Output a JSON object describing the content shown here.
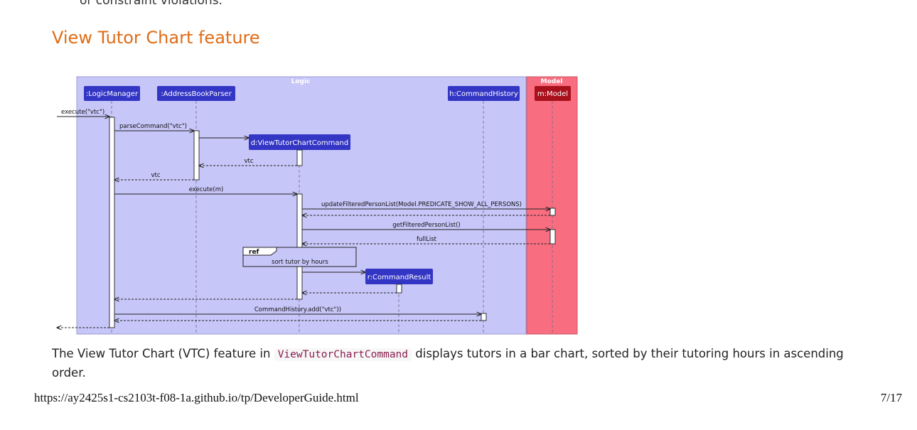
{
  "previous_text": "or constraint violations.",
  "section": {
    "title": "View Tutor Chart feature"
  },
  "diagram": {
    "groups": {
      "logic": "Logic",
      "model": "Model"
    },
    "participants": {
      "logic_manager": ":LogicManager",
      "parser": ":AddressBookParser",
      "command_history": "h:CommandHistory",
      "model": "m:Model",
      "vtc_command": "d:ViewTutorChartCommand",
      "command_result": "r:CommandResult"
    },
    "messages": {
      "m1": "execute(\"vtc\")",
      "m2": "parseCommand(\"vtc\")",
      "m3": "vtc",
      "m4": "vtc",
      "m5": "execute(m)",
      "m6": "updateFilteredPersonList(Model.PREDICATE_SHOW_ALL_PERSONS)",
      "m7": "getFilteredPersonList()",
      "m8": "fullList",
      "m9": "CommandHistory.add(\"vtc\"))"
    },
    "ref": {
      "tag": "ref",
      "text": "sort tutor by hours"
    },
    "colors": {
      "logic_bg": "#c7c6f8",
      "model_bg": "#f96d80",
      "participant": "#3335c4",
      "model_participant": "#a8101c"
    }
  },
  "paragraph": {
    "before": "The View Tutor Chart (VTC) feature in ",
    "code": "ViewTutorChartCommand",
    "after": " displays tutors in a bar chart, sorted by their tutoring hours in ascending order."
  },
  "footer": {
    "url": "https://ay2425s1-cs2103t-f08-1a.github.io/tp/DeveloperGuide.html",
    "page": "7/17"
  }
}
